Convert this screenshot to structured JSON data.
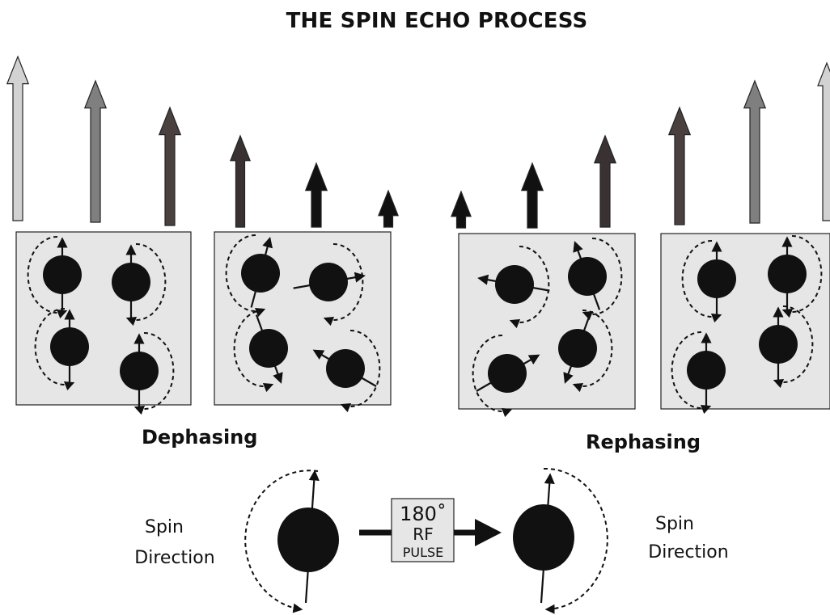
{
  "title": "THE SPIN ECHO PROCESS",
  "labels": {
    "dephasing": "Dephasing",
    "rephasing": "Rephasing"
  },
  "legend": {
    "left_line1": "Spin",
    "left_line2": "Direction",
    "right_line1": "Spin",
    "right_line2": "Direction",
    "pulse_line1": "180˚",
    "pulse_line2": "RF",
    "pulse_line3": "PULSE"
  },
  "colors": {
    "panel_fill": "#e6e6e6",
    "spin": "#111111",
    "magnetization_shades": [
      "#d2d2d2",
      "#7f7f7f",
      "#4a4040",
      "#3a3232",
      "#111111"
    ]
  }
}
